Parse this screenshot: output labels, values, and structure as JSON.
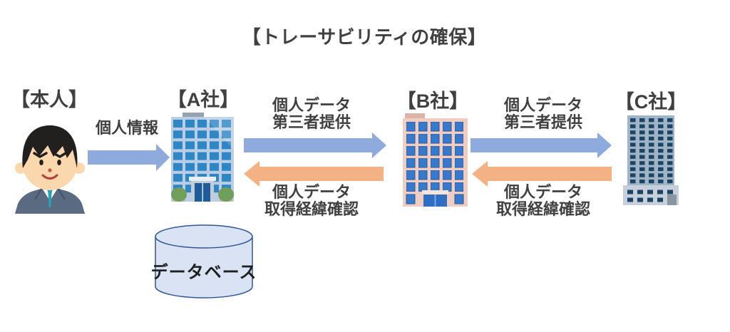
{
  "title": "【トレーサビリティの確保】",
  "nodes": {
    "person": {
      "label": "【本人】"
    },
    "company_a": {
      "label": "【A社】"
    },
    "company_b": {
      "label": "【B社】"
    },
    "company_c": {
      "label": "【C社】"
    },
    "database": {
      "label": "データベース"
    }
  },
  "flows": {
    "person_to_a": {
      "label": "個人情報",
      "direction": "right"
    },
    "a_to_b": {
      "line1": "個人データ",
      "line2": "第三者提供",
      "direction": "right"
    },
    "b_to_a": {
      "line1": "個人データ",
      "line2": "取得経緯確認",
      "direction": "left"
    },
    "b_to_c": {
      "line1": "個人データ",
      "line2": "第三者提供",
      "direction": "right"
    },
    "c_to_b": {
      "line1": "個人データ",
      "line2": "取得経緯確認",
      "direction": "left"
    }
  },
  "colors": {
    "provide_arrow": "#8FAADC",
    "confirm_arrow": "#F4B183",
    "text": "#404040",
    "database_fill": "#DAE3F3",
    "database_stroke": "#2F5597",
    "background": "#FFFFFF"
  }
}
